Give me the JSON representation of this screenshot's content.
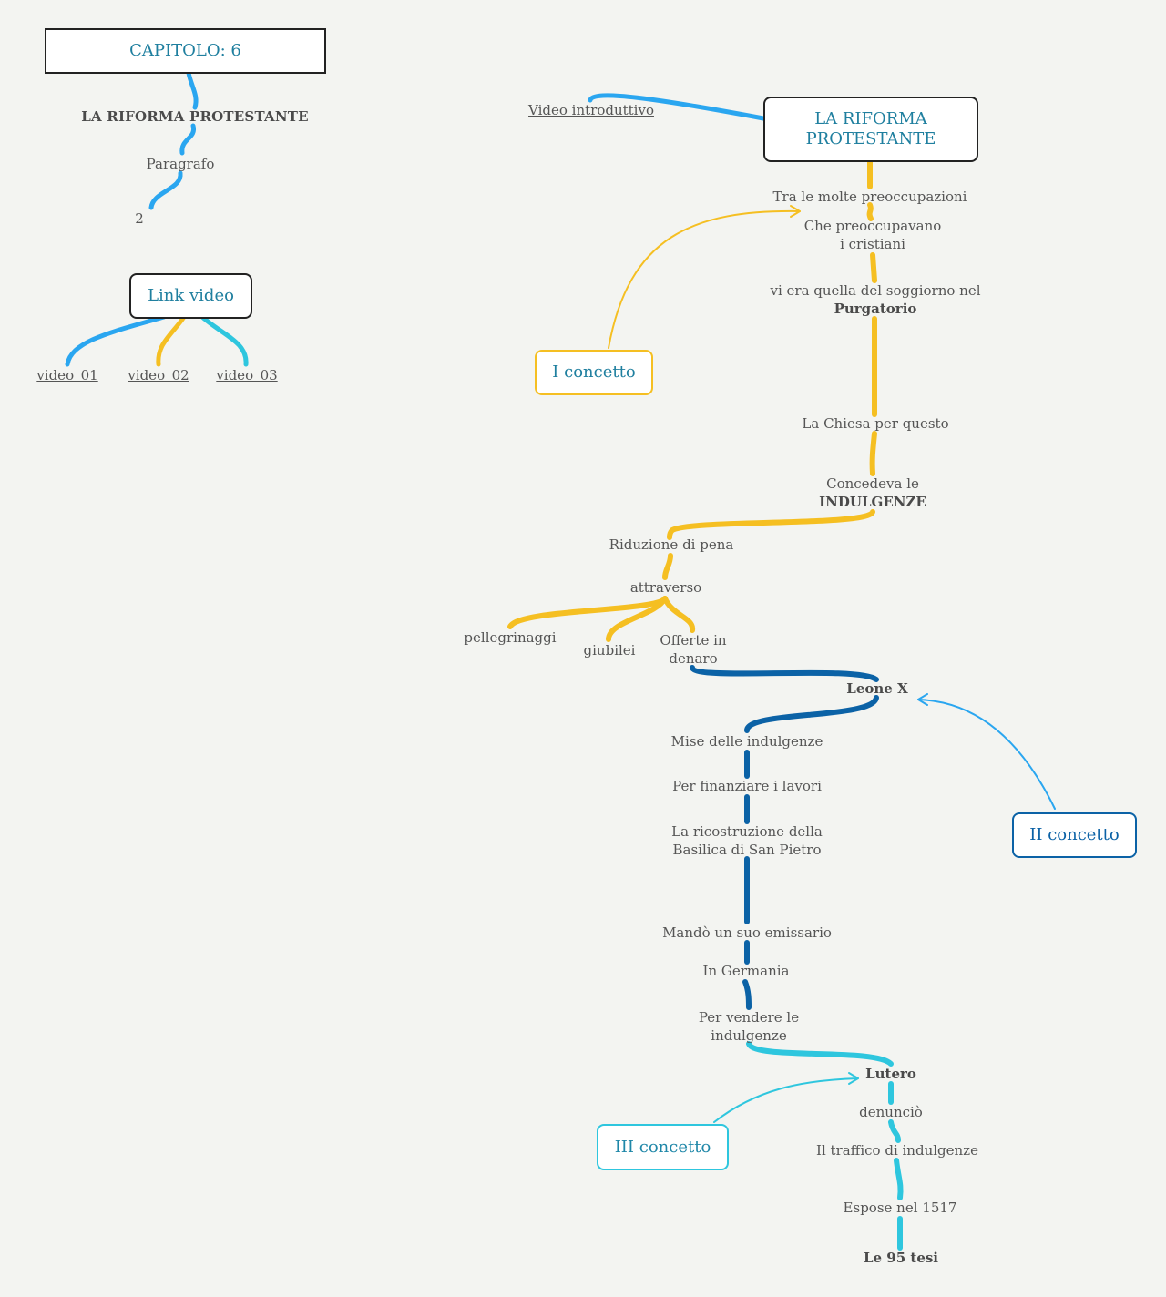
{
  "chapter": {
    "label": "CAPITOLO: 6"
  },
  "left_panel": {
    "title": "LA RIFORMA PROTESTANTE",
    "paragraph_label": "Paragrafo",
    "paragraph_number": "2",
    "link_video": "Link video",
    "videos": [
      "video_01",
      "video_02",
      "video_03"
    ]
  },
  "main": {
    "intro_video": "Video introduttivo",
    "root": "LA RIFORMA PROTESTANTE",
    "concept1": "I concetto",
    "concept2": "II concetto",
    "concept3": "III concetto",
    "n1": "Tra le molte preoccupazioni",
    "n2_line1": "Che preoccupavano",
    "n2_line2": "i cristiani",
    "n3_line1": "vi era quella del soggiorno nel",
    "n3_line2": "Purgatorio",
    "n4": "La Chiesa per questo",
    "n5_line1": "Concedeva le",
    "n5_line2": "INDULGENZE",
    "n6": "Riduzione di pena",
    "n7": "attraverso",
    "n8a": "pellegrinaggi",
    "n8b": "giubilei",
    "n8c_line1": "Offerte in",
    "n8c_line2": "denaro",
    "n9": "Leone X",
    "n10": "Mise delle indulgenze",
    "n11": "Per finanziare i lavori",
    "n12_line1": "La ricostruzione della",
    "n12_line2": "Basilica di San Pietro",
    "n13": "Mandò un suo emissario",
    "n14": "In Germania",
    "n15_line1": "Per vendere le",
    "n15_line2": "indulgenze",
    "n16": "Lutero",
    "n17": "denunciò",
    "n18": "Il traffico di indulgenze",
    "n19": "Espose nel 1517",
    "n20": "Le 95 tesi"
  },
  "colors": {
    "light_blue": "#2aa6f0",
    "yellow": "#f5bf22",
    "dark_blue": "#0b62a6",
    "cyan": "#2ec6de",
    "text": "#555555",
    "box_text": "#1f7f9f"
  }
}
